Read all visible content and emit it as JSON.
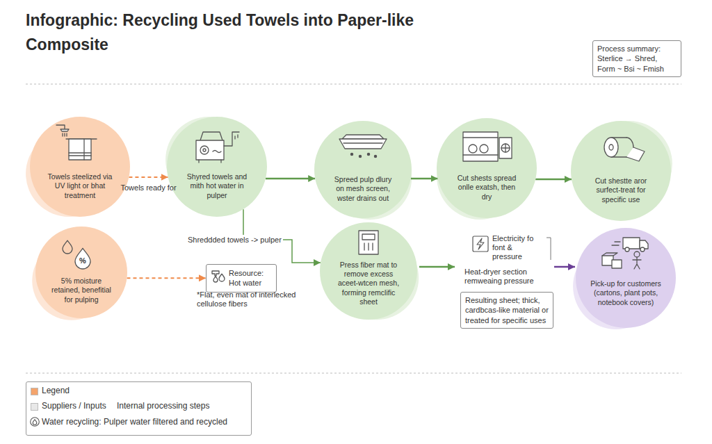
{
  "diagram": {
    "title": "Infographic: Recycling Used Towels into Paper-like Composite",
    "nodes": [
      {
        "text": [
          "Process summary:",
          "Sterlice → Shred, Form ~ Bsi ~ Fmish"
        ]
      },
      {
        "text": [
          "Towels steelized via UV light or bhat treatment"
        ]
      },
      {
        "text": [
          "Shyred towels and mith hot water in pulper"
        ]
      },
      {
        "text": [
          "Spreed pulp dlury on mesh screen, wster drains out"
        ]
      },
      {
        "text": [
          "Cut shests spread onlle exatsh, then dry"
        ]
      },
      {
        "text": [
          "Cut shestte aror surfect-treat for specific use"
        ]
      },
      {
        "text": [
          "5% moisture retained, benefitial for pulping"
        ]
      },
      {
        "text": [
          "Resource: Hot water"
        ]
      },
      {
        "text": [
          "Press fiber mat to remove excess aceet-wtcen mesh, forming remclific sheet"
        ]
      },
      {
        "text": [
          "Resulting sheet; thick, cardbcas-like material or treated for specific uses"
        ]
      },
      {
        "text": [
          "Pick-up for customers (cartons, plant pots, notebook covers)"
        ]
      }
    ],
    "edges": [
      {
        "from": 1,
        "to": 2,
        "label": "Towels ready for",
        "arrow": "to"
      },
      {
        "from": 2,
        "to": 3,
        "arrow": "to"
      },
      {
        "from": 3,
        "to": 4,
        "arrow": "to"
      },
      {
        "from": 4,
        "to": 5,
        "arrow": "to"
      },
      {
        "from": 6,
        "to": 7,
        "arrow": "to"
      },
      {
        "from": 2,
        "to": 8,
        "label": "Shreddded towels -> pulper",
        "arrow": "to"
      }
    ],
    "labels": [
      "%",
      "*Flat, even mat of interlecked cellulose fibers",
      "Electricity fo font & pressure",
      "Heat-dryer section remweaing pressure"
    ],
    "legend": [
      {
        "text": "Legend",
        "color": "#f4a46c"
      },
      {
        "text": "Suppliers / Inputs",
        "color": "#e8e8e8"
      },
      {
        "text": "Internal processing steps"
      },
      {
        "text": "Water recycling: Pulper water filtered and recycled"
      }
    ]
  }
}
